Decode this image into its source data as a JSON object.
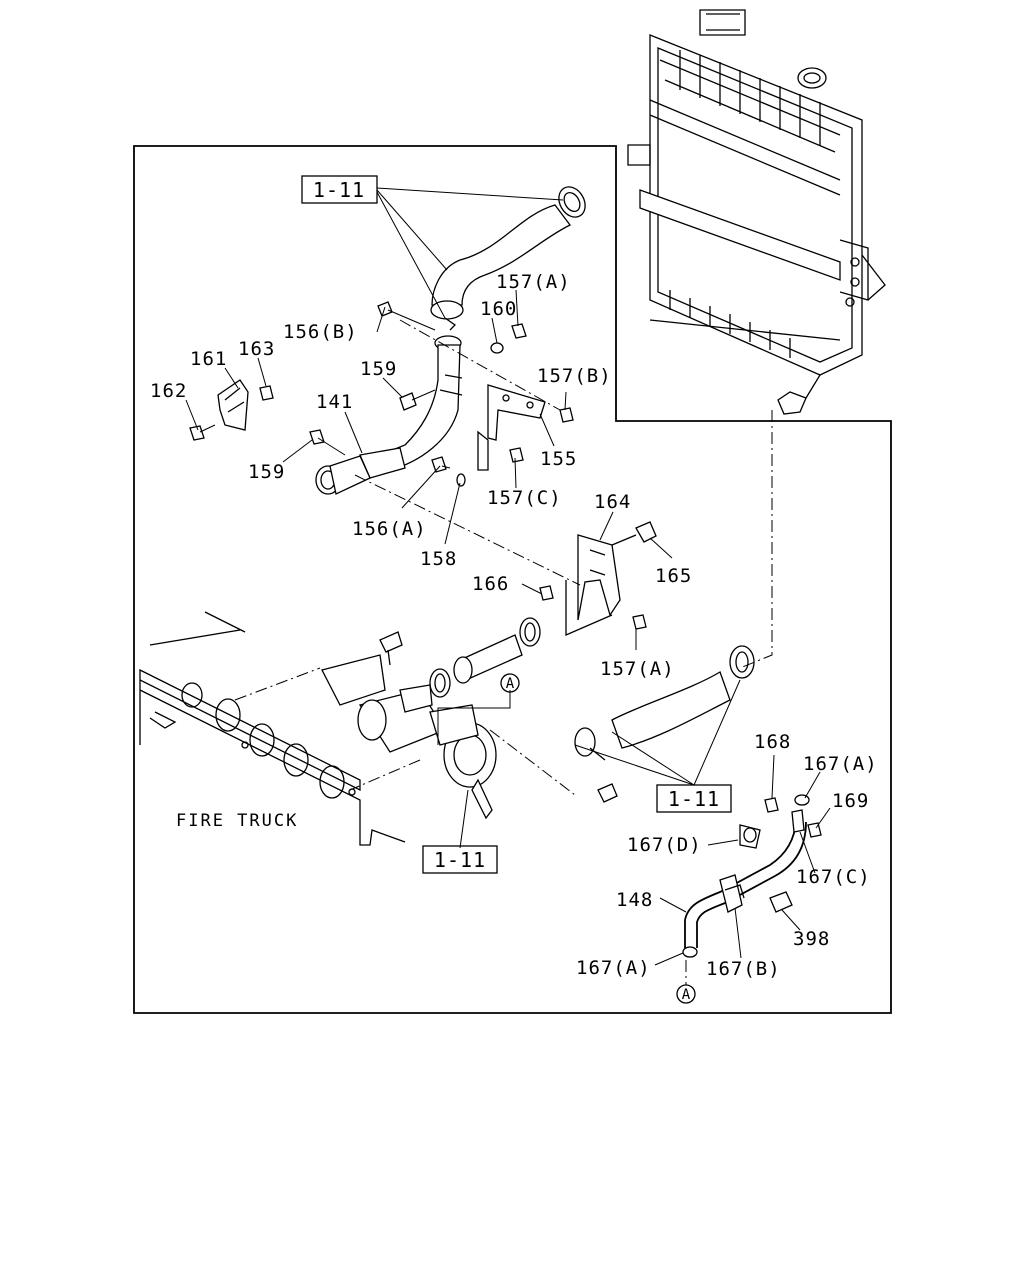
{
  "diagram": {
    "callouts": {
      "p157A_top": "157(A)",
      "p160": "160",
      "p156B": "156(B)",
      "p161": "161",
      "p163": "163",
      "p159_top": "159",
      "p157B": "157(B)",
      "p162": "162",
      "p141": "141",
      "p155": "155",
      "p159_left": "159",
      "p157C": "157(C)",
      "p164": "164",
      "p156A": "156(A)",
      "p158": "158",
      "p165": "165",
      "p166": "166",
      "p157A_mid": "157(A)",
      "p168": "168",
      "p167A_top": "167(A)",
      "p169": "169",
      "p167D": "167(D)",
      "p167C": "167(C)",
      "p148": "148",
      "p398": "398",
      "p167A_bottom": "167(A)",
      "p167B": "167(B)"
    },
    "references": {
      "ref_top": "1-11",
      "ref_right": "1-11",
      "ref_bottom": "1-11"
    },
    "markers": {
      "marker_a_upper": "A",
      "marker_a_lower": "A"
    },
    "notes": {
      "fire_truck": "FIRE TRUCK"
    }
  }
}
